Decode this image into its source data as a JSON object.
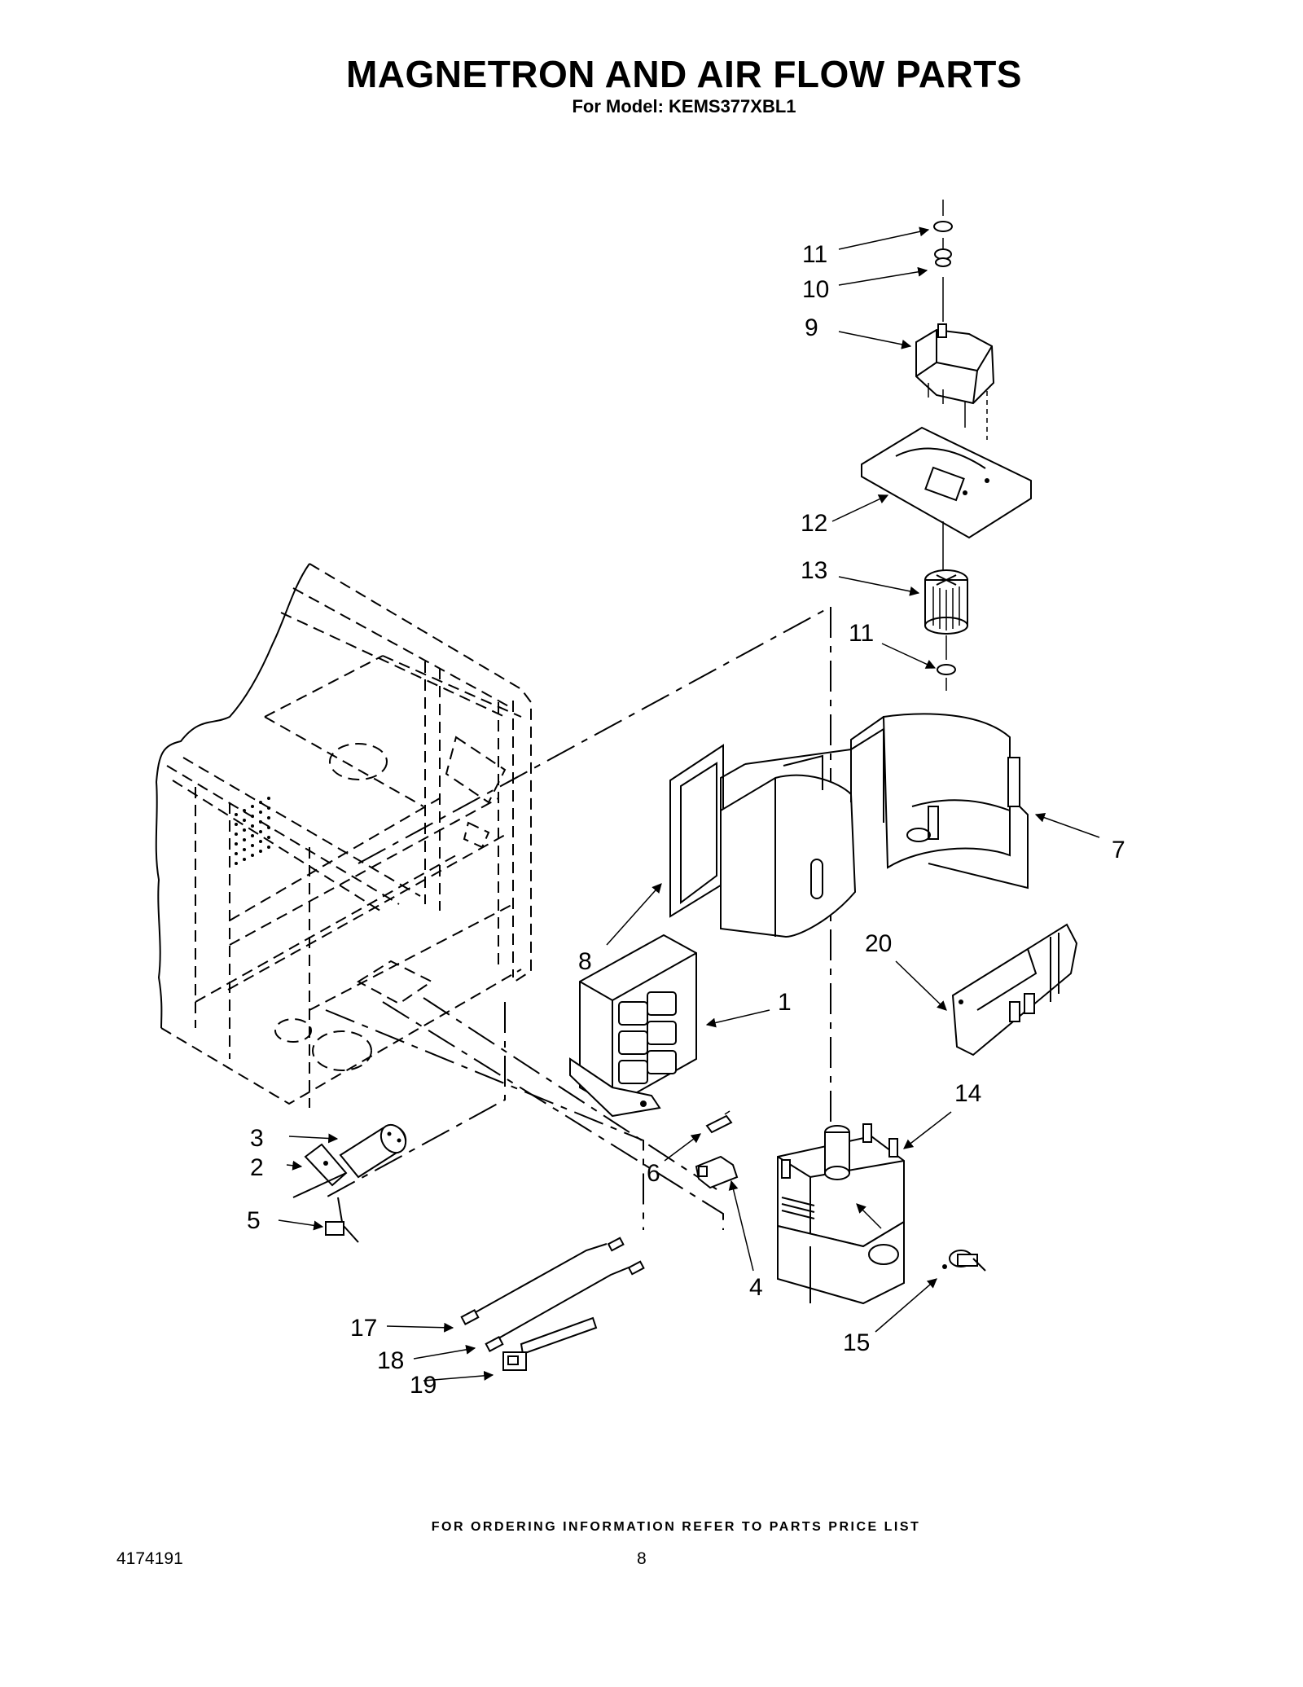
{
  "header": {
    "title": "MAGNETRON AND AIR FLOW PARTS",
    "subtitle": "For Model: KEMS377XBL1"
  },
  "callouts": {
    "c1": "1",
    "c2": "2",
    "c3": "3",
    "c4": "4",
    "c5": "5",
    "c6": "6",
    "c7": "7",
    "c8": "8",
    "c9": "9",
    "c10": "10",
    "c11_top": "11",
    "c11_mid": "11",
    "c12": "12",
    "c13": "13",
    "c14": "14",
    "c15": "15",
    "c17": "17",
    "c18": "18",
    "c19": "19",
    "c20": "20"
  },
  "footer": {
    "note": "FOR ORDERING INFORMATION REFER TO PARTS PRICE LIST",
    "doc_number": "4174191",
    "page_number": "8"
  }
}
